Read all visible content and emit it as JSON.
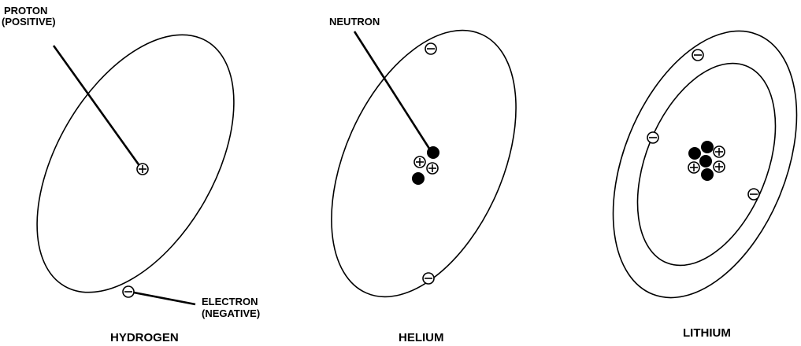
{
  "hydrogen": {
    "name": "HYDROGEN",
    "proton_label_line1": "PROTON",
    "proton_label_line2": "(POSITIVE)",
    "electron_label_line1": "ELECTRON",
    "electron_label_line2": "(NEGATIVE)"
  },
  "helium": {
    "name": "HELIUM",
    "neutron_label": "NEUTRON"
  },
  "lithium": {
    "name": "LITHIUM"
  }
}
